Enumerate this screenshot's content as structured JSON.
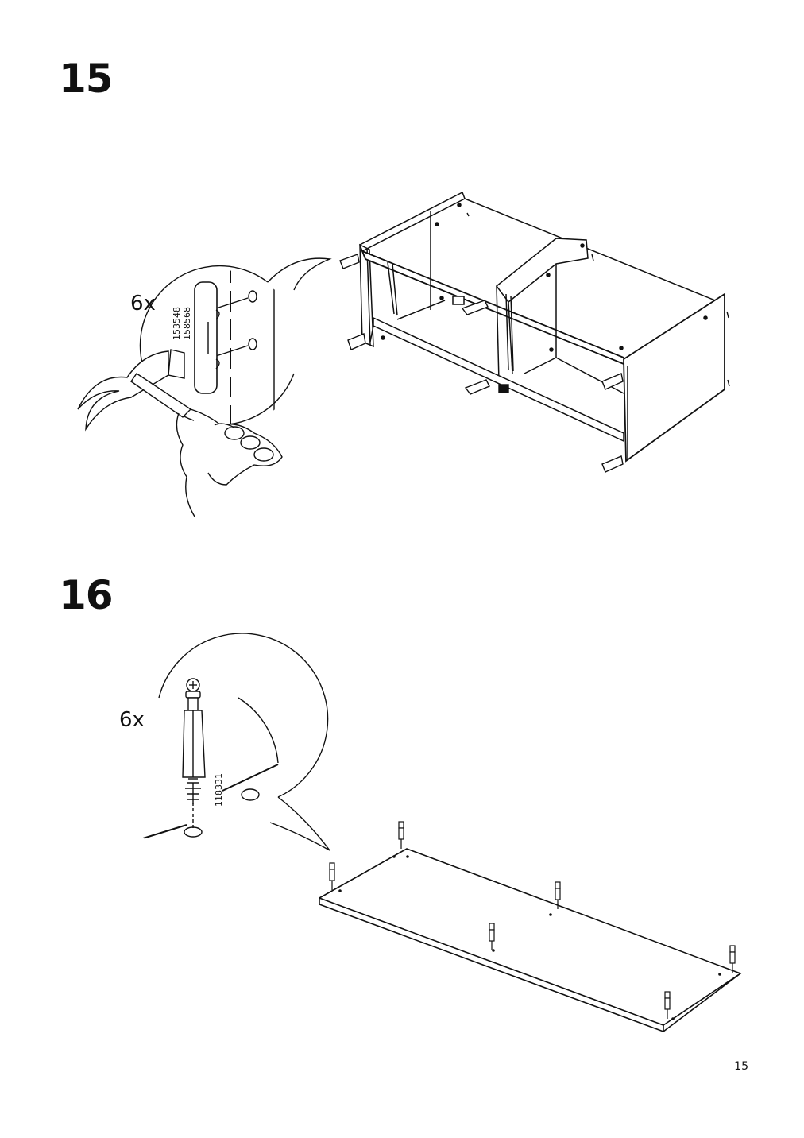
{
  "steps": [
    {
      "number": "15",
      "quantity": "6x",
      "part_numbers": [
        "153548",
        "158568"
      ]
    },
    {
      "number": "16",
      "quantity": "6x",
      "part_numbers": [
        "118331"
      ]
    }
  ],
  "page_number": "15"
}
